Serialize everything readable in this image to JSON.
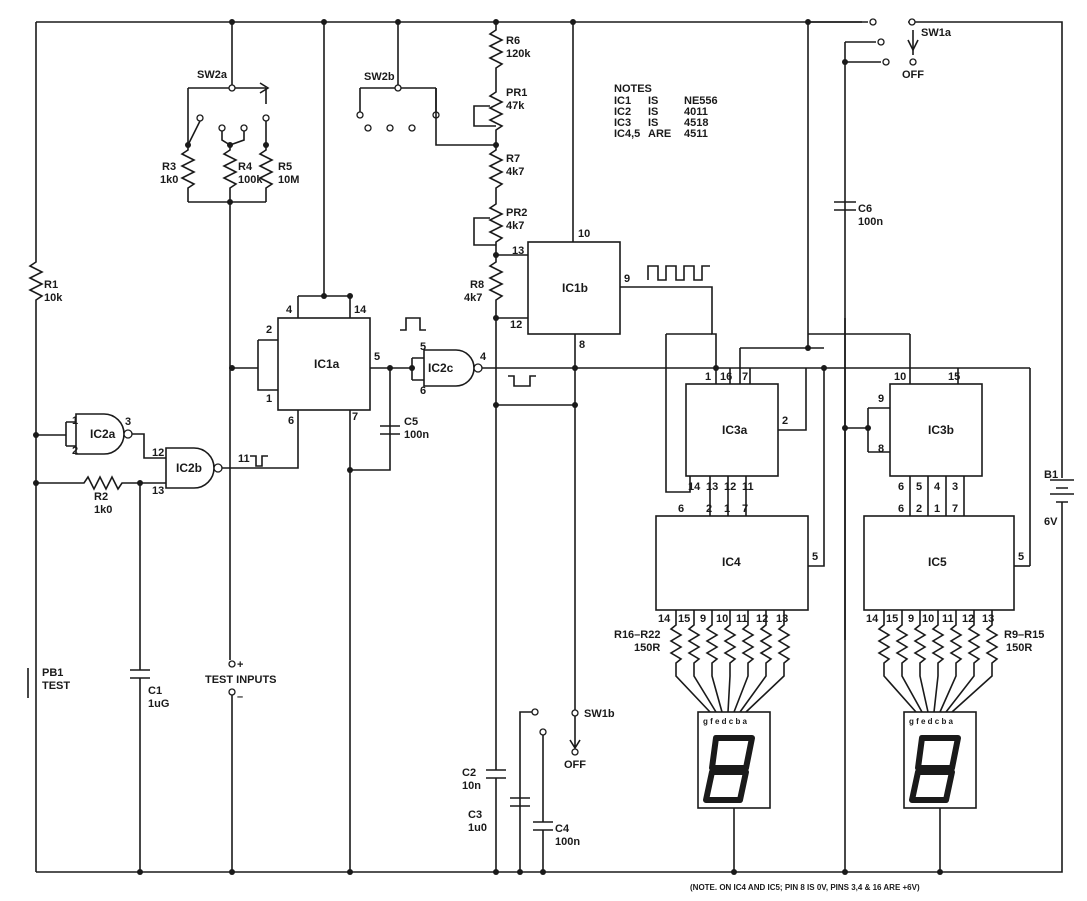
{
  "components": {
    "R1": {
      "ref": "R1",
      "value": "10k"
    },
    "R2": {
      "ref": "R2",
      "value": "1k0"
    },
    "R3": {
      "ref": "R3",
      "value": "1k0"
    },
    "R4": {
      "ref": "R4",
      "value": "100k"
    },
    "R5": {
      "ref": "R5",
      "value": "10M"
    },
    "R6": {
      "ref": "R6",
      "value": "120k"
    },
    "PR1": {
      "ref": "PR1",
      "value": "47k"
    },
    "R7": {
      "ref": "R7",
      "value": "4k7"
    },
    "PR2": {
      "ref": "PR2",
      "value": "4k7"
    },
    "R8": {
      "ref": "R8",
      "value": "4k7"
    },
    "C1": {
      "ref": "C1",
      "value": "1uG"
    },
    "C2": {
      "ref": "C2",
      "value": "10n"
    },
    "C3": {
      "ref": "C3",
      "value": "1u0"
    },
    "C4": {
      "ref": "C4",
      "value": "100n"
    },
    "C5": {
      "ref": "C5",
      "value": "100n"
    },
    "C6": {
      "ref": "C6",
      "value": "100n"
    },
    "B1": {
      "ref": "B1",
      "value": "6V"
    },
    "R16R22": {
      "ref": "R16–R22",
      "value": "150R"
    },
    "R9R15": {
      "ref": "R9–R15",
      "value": "150R"
    },
    "PB1": {
      "ref": "PB1",
      "value": "TEST"
    }
  },
  "switches": {
    "SW1a": "SW1a",
    "SW1b": "SW1b",
    "SW2a": "SW2a",
    "SW2b": "SW2b",
    "off1": "OFF",
    "off2": "OFF"
  },
  "ics": {
    "IC1a": "IC1a",
    "IC1b": "IC1b",
    "IC2a": "IC2a",
    "IC2b": "IC2b",
    "IC2c": "IC2c",
    "IC3a": "IC3a",
    "IC3b": "IC3b",
    "IC4": "IC4",
    "IC5": "IC5"
  },
  "test_inputs": {
    "label": "TEST INPUTS",
    "plus": "+",
    "minus": "–"
  },
  "notes": {
    "title": "NOTES",
    "rows": [
      [
        "IC1",
        "IS",
        "NE556"
      ],
      [
        "IC2",
        "IS",
        "4011"
      ],
      [
        "IC3",
        "IS",
        "4518"
      ],
      [
        "IC4,5",
        "ARE",
        "4511"
      ]
    ],
    "footer": "(NOTE. ON IC4 AND IC5; PIN 8 IS 0V, PINS 3,4 & 16 ARE +6V)"
  },
  "display": {
    "segments": "g f e d c b a"
  },
  "pins": {
    "ic2a": [
      "1",
      "2",
      "3"
    ],
    "ic2b": [
      "12",
      "13",
      "11"
    ],
    "ic1a": [
      "4",
      "14",
      "2",
      "1",
      "5",
      "6",
      "7"
    ],
    "ic2c": [
      "5",
      "6",
      "4"
    ],
    "ic1b": [
      "10",
      "13",
      "12",
      "9",
      "8"
    ],
    "ic3a": [
      "1",
      "16",
      "7",
      "2",
      "14",
      "13",
      "12",
      "11"
    ],
    "ic4_in": [
      "6",
      "2",
      "1",
      "7"
    ],
    "ic4_5": "5",
    "ic4_out": [
      "14",
      "15",
      "9",
      "10",
      "11",
      "12",
      "13"
    ],
    "ic3b": [
      "10",
      "15",
      "9",
      "8",
      "6",
      "5",
      "4",
      "3"
    ],
    "ic5_in": [
      "6",
      "2",
      "1",
      "7"
    ],
    "ic5_5": "5",
    "ic5_out": [
      "14",
      "15",
      "9",
      "10",
      "11",
      "12",
      "13"
    ]
  }
}
